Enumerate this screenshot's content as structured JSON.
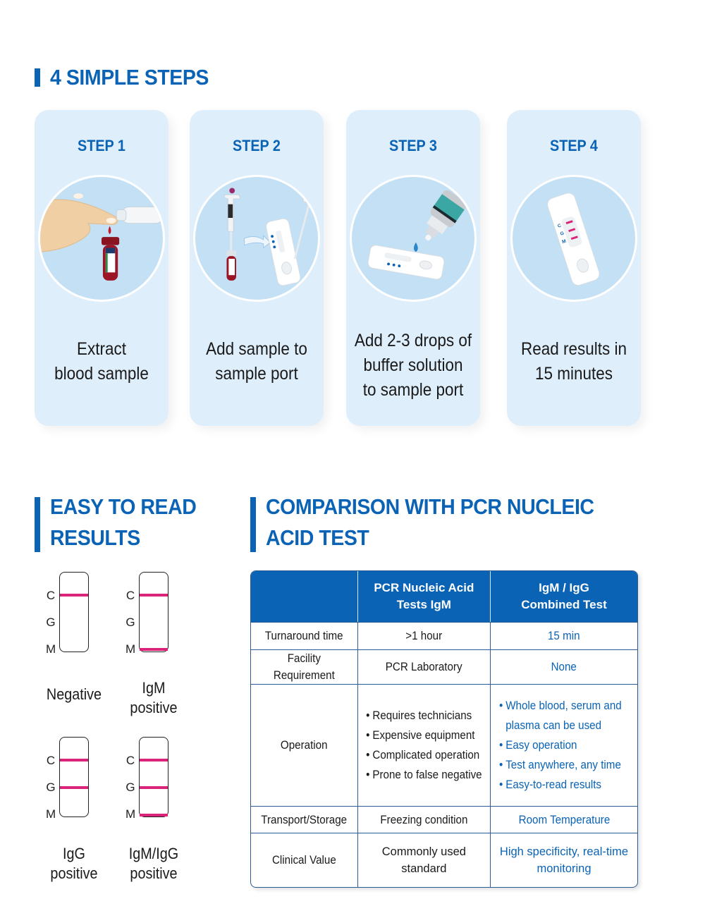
{
  "steps_section": {
    "heading": "4 SIMPLE STEPS",
    "steps": [
      {
        "title": "STEP 1",
        "text_lines": [
          "Extract",
          "blood sample"
        ],
        "illustration": "finger-prick-blood-tube"
      },
      {
        "title": "STEP 2",
        "text_lines": [
          "Add sample to",
          "sample port"
        ],
        "illustration": "pipette-to-test-cassette"
      },
      {
        "title": "STEP 3",
        "text_lines": [
          "Add 2-3 drops of",
          "buffer solution",
          "to sample port"
        ],
        "illustration": "dropper-bottle-on-cassette"
      },
      {
        "title": "STEP 4",
        "text_lines": [
          "Read results in",
          "15 minutes"
        ],
        "illustration": "test-cassette-cgm-lines"
      }
    ]
  },
  "results_section": {
    "heading_lines": [
      "EASY TO READ",
      "RESULTS"
    ],
    "band_labels": [
      "C",
      "G",
      "M"
    ],
    "strips": [
      {
        "caption_lines": [
          "Negative"
        ],
        "bands": [
          "C"
        ]
      },
      {
        "caption_lines": [
          "IgM",
          "positive"
        ],
        "bands": [
          "C",
          "M"
        ]
      },
      {
        "caption_lines": [
          "IgG",
          "positive"
        ],
        "bands": [
          "C",
          "G"
        ]
      },
      {
        "caption_lines": [
          "IgM/IgG",
          "positive"
        ],
        "bands": [
          "C",
          "G",
          "M"
        ]
      }
    ],
    "band_color": "#d9247a"
  },
  "comparison_section": {
    "heading_lines": [
      "COMPARISON WITH PCR NUCLEIC",
      "ACID TEST"
    ],
    "table": {
      "headers": [
        "",
        "PCR Nucleic Acid\nTests IgM",
        "IgM / IgG\nCombined Test"
      ],
      "header_lines": [
        [],
        [
          "PCR Nucleic Acid",
          "Tests IgM"
        ],
        [
          "IgM / IgG",
          "Combined Test"
        ]
      ],
      "rows": [
        {
          "label": "Turnaround time",
          "pcr": "&gt;1 hour",
          "pcr_text": ">1 hour",
          "combined": "15 min"
        },
        {
          "label": "Facility Requirement",
          "pcr_text": "PCR Laboratory",
          "combined": "None"
        },
        {
          "label": "Operation",
          "pcr_list": [
            "Requires technicians",
            "Expensive equipment",
            "Complicated operation",
            "Prone to false negative"
          ],
          "combined_list": [
            "Whole blood, serum and plasma can be used",
            "Easy operation",
            "Test anywhere, any time",
            "Easy-to-read results"
          ]
        },
        {
          "label": "Transport/Storage",
          "pcr_text": "Freezing condition",
          "combined": "Room Temperature"
        },
        {
          "label": "Clinical Value",
          "pcr_lines": [
            "Commonly used",
            "standard"
          ],
          "combined_lines": [
            "High specificity, real-time",
            "monitoring"
          ]
        }
      ]
    }
  },
  "colors": {
    "brand_blue": "#0a63b5",
    "card_bg": "#dfeefb",
    "circle_bg": "#c3e0f5",
    "band_magenta": "#d9247a"
  }
}
